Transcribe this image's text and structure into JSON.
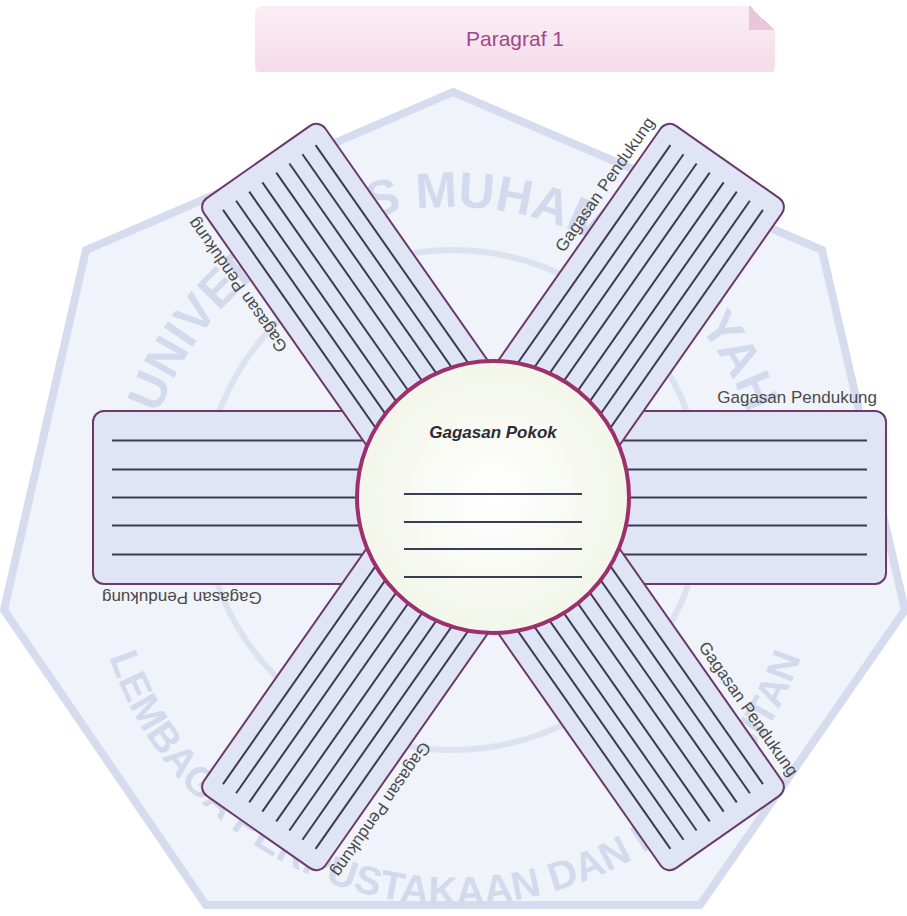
{
  "diagram": {
    "title": "Paragraf 1",
    "nodes": [
      {
        "text": [
          "Gagasan Pokok"
        ]
      },
      {
        "text": [
          "Gagasan Pendukung"
        ]
      },
      {
        "text": [
          "Gagasan Pendukung"
        ]
      },
      {
        "text": [
          "Gagasan Pendukung"
        ]
      },
      {
        "text": [
          "Gagasan Pendukung"
        ]
      },
      {
        "text": [
          "Gagasan Pendukung"
        ]
      },
      {
        "text": [
          "Gagasan Pendukung"
        ]
      }
    ],
    "labels": [
      "UNIVERSITAS MUHAMMADIYAH",
      "LEMBAGA PERPUSTAKAAN DAN PENERBITAN"
    ]
  }
}
